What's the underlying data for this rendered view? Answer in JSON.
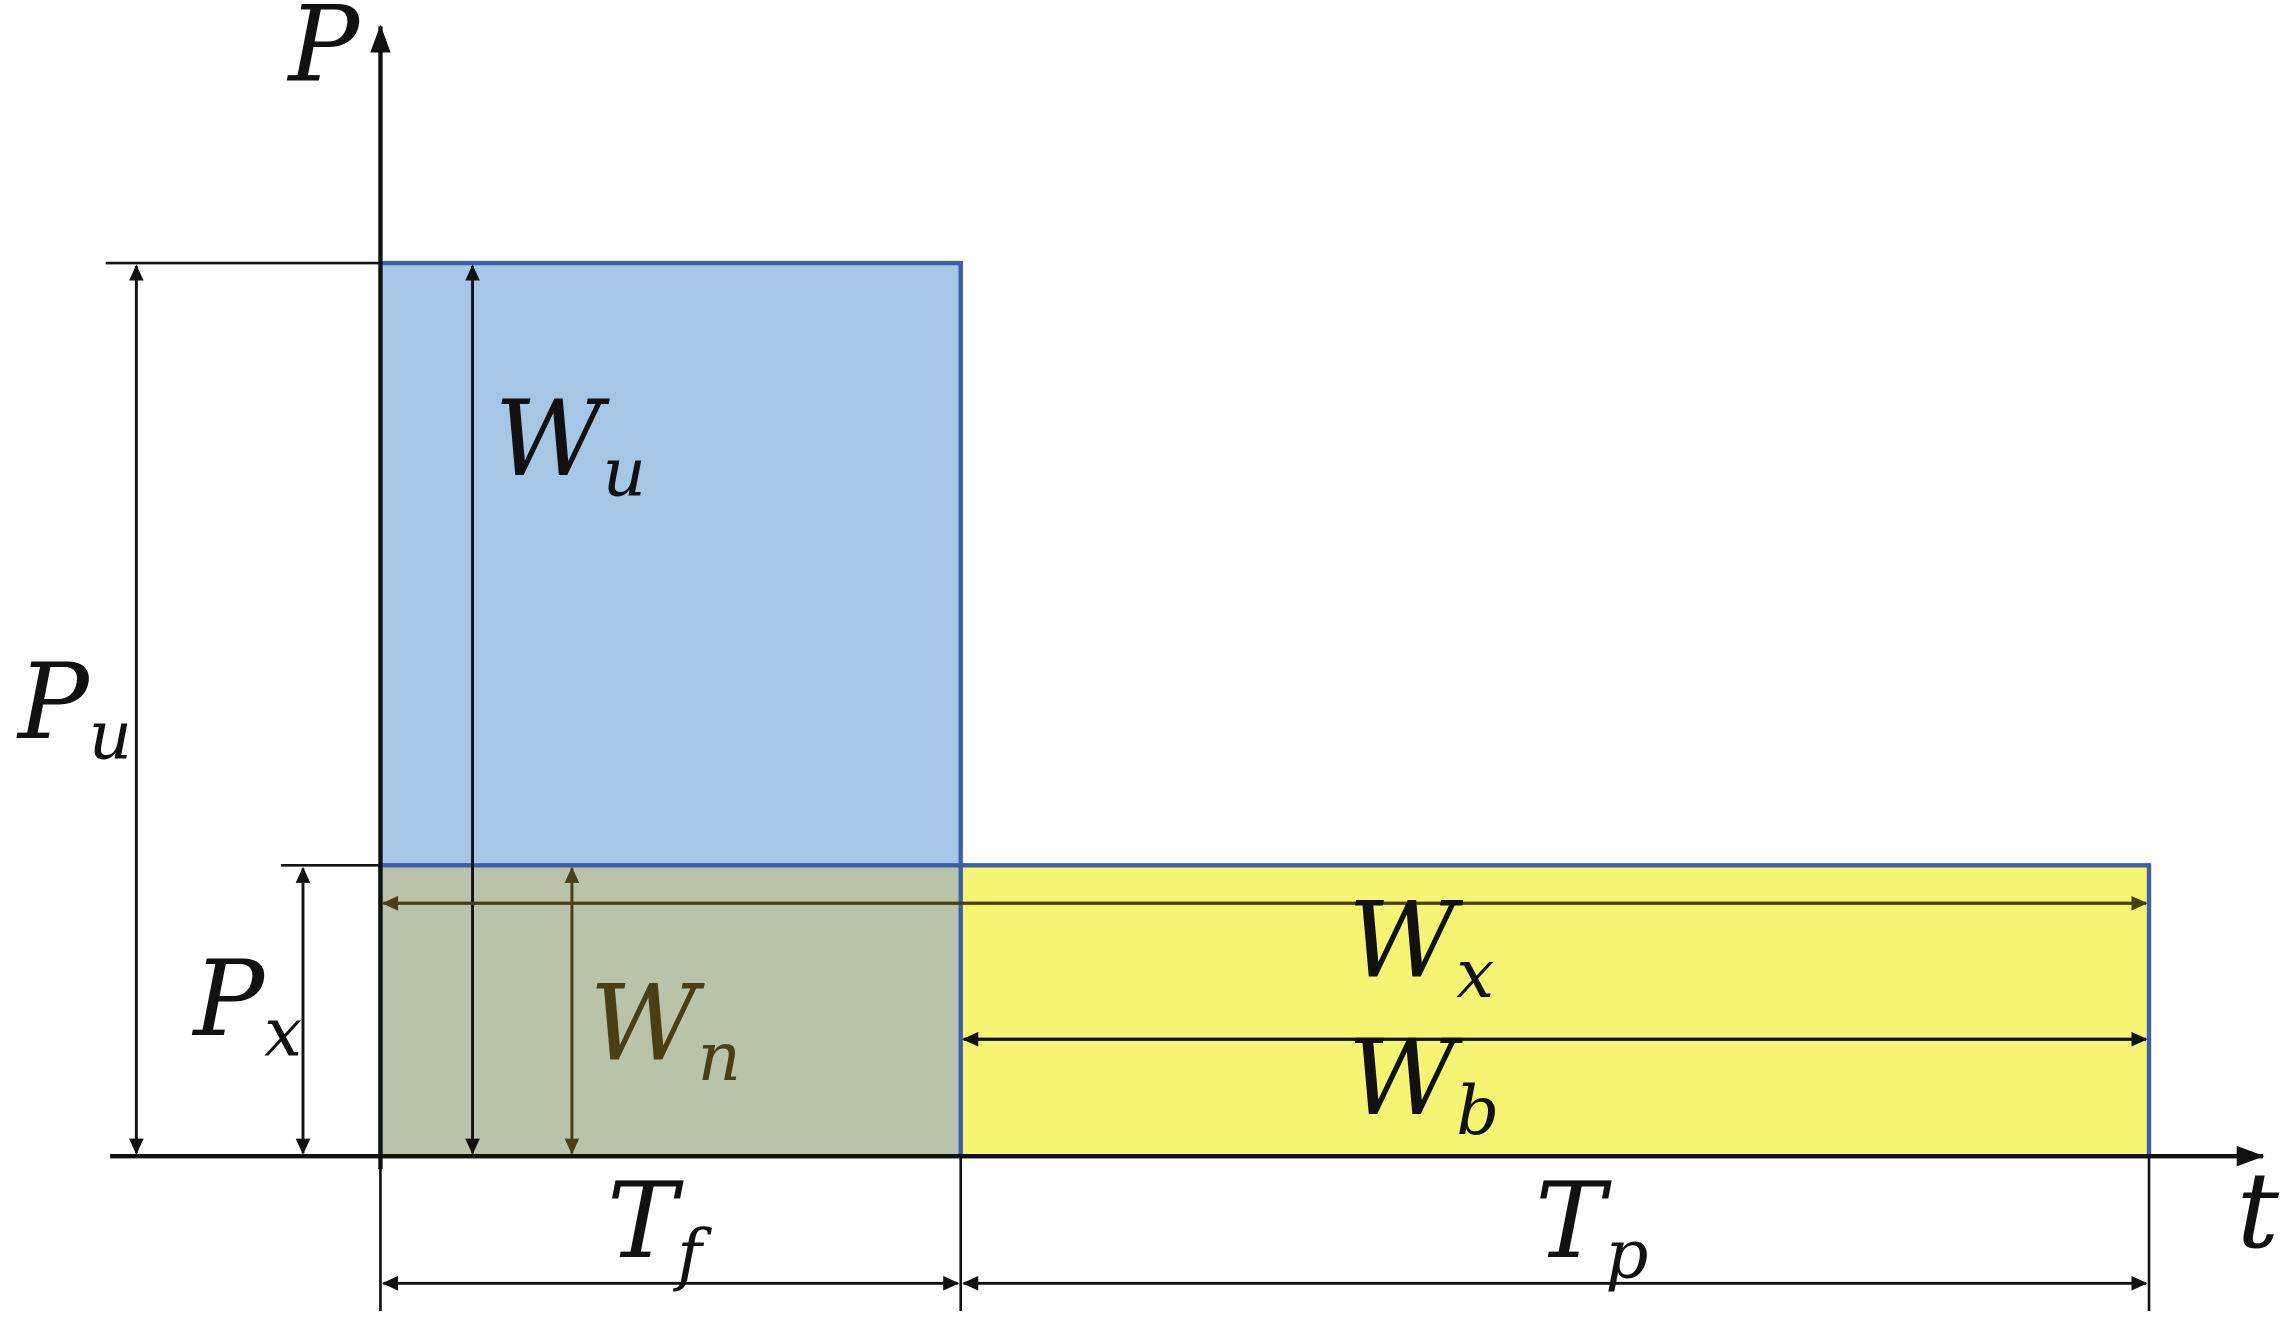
{
  "axes": {
    "y_label": "P",
    "x_label": "t"
  },
  "regions": {
    "upper_block_color": "#a6c6e6",
    "overlap_block_color": "#b9c3a9",
    "right_block_color": "#f5f473",
    "border_color": "#3d5fa8"
  },
  "labels": {
    "Wu": {
      "main": "W",
      "sub": "u"
    },
    "Wn": {
      "main": "W",
      "sub": "n"
    },
    "Wx": {
      "main": "W",
      "sub": "x"
    },
    "Wb": {
      "main": "W",
      "sub": "b"
    },
    "Pu": {
      "main": "P",
      "sub": "u"
    },
    "Px": {
      "main": "P",
      "sub": "x"
    },
    "Tf": {
      "main": "T",
      "sub": "f"
    },
    "Tp": {
      "main": "T",
      "sub": "p"
    }
  }
}
